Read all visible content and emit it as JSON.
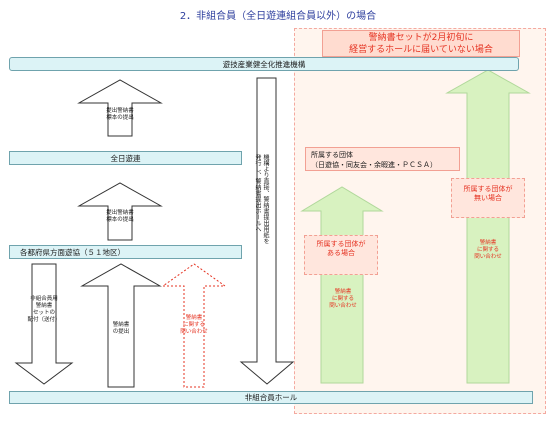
{
  "title": "2．非組合員（全日遊連組合員以外）の場合",
  "region_title_line1": "警納書セットが2月初旬に",
  "region_title_line2": "経営するホールに届いていない場合",
  "bars": {
    "top": "遊技産業健全化推進機構",
    "mid": "全日遊連",
    "bottom_left": "各都府県方面遊協（５１地区）",
    "footer": "非組合員ホール"
  },
  "arrows": {
    "up1": "提出警納書\n標本の提出",
    "up2": "提出警納書\n標本の提出",
    "down_left": "非組合員用\n警納書\nセットの\n配付（送付）",
    "up_mid": "警納書\nの提出",
    "dotted_red": "警納書\nに関する\n問い合わせ",
    "long_down": "機構より直接、警納書提出用紙を\n発行し、警納書提出ホールへ"
  },
  "org_box": {
    "line1": "所属する団体",
    "line2": "（日遊協・同友会・余暇進・ＰＣＳＡ）"
  },
  "green_left": {
    "box": "所属する団体が\nある場合",
    "note": "警納書\nに関する\n問い合わせ"
  },
  "green_right": {
    "box": "所属する団体が\n無い場合",
    "note": "警納書\nに関する\n問い合わせ"
  },
  "colors": {
    "bar_fill": "#dcf3f6",
    "bar_stroke": "#6fa3ad",
    "region_fill": "#fff5ee",
    "accent_red": "#e53322",
    "green_arrow": "#d8f2c0",
    "title_blue": "#2e3f9e"
  }
}
